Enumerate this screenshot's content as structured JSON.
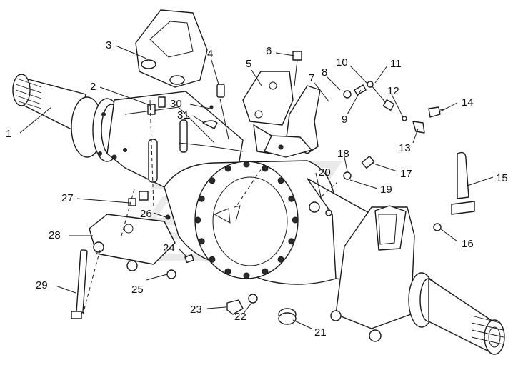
{
  "callouts": [
    {
      "id": "1",
      "label": "1"
    },
    {
      "id": "2",
      "label": "2"
    },
    {
      "id": "3",
      "label": "3"
    },
    {
      "id": "4",
      "label": "4"
    },
    {
      "id": "5",
      "label": "5"
    },
    {
      "id": "6",
      "label": "6"
    },
    {
      "id": "7",
      "label": "7"
    },
    {
      "id": "8",
      "label": "8"
    },
    {
      "id": "9",
      "label": "9"
    },
    {
      "id": "10",
      "label": "10"
    },
    {
      "id": "11",
      "label": "11"
    },
    {
      "id": "12",
      "label": "12"
    },
    {
      "id": "13",
      "label": "13"
    },
    {
      "id": "14",
      "label": "14"
    },
    {
      "id": "15",
      "label": "15"
    },
    {
      "id": "16",
      "label": "16"
    },
    {
      "id": "17",
      "label": "17"
    },
    {
      "id": "18",
      "label": "18"
    },
    {
      "id": "19",
      "label": "19"
    },
    {
      "id": "20",
      "label": "20"
    },
    {
      "id": "21",
      "label": "21"
    },
    {
      "id": "22",
      "label": "22"
    },
    {
      "id": "23",
      "label": "23"
    },
    {
      "id": "24",
      "label": "24"
    },
    {
      "id": "25",
      "label": "25"
    },
    {
      "id": "26",
      "label": "26"
    },
    {
      "id": "27",
      "label": "27"
    },
    {
      "id": "28",
      "label": "28"
    },
    {
      "id": "29",
      "label": "29"
    },
    {
      "id": "30",
      "label": "30"
    },
    {
      "id": "31",
      "label": "31"
    }
  ],
  "colors": {
    "line": "#1a1a1a",
    "background": "#ffffff",
    "watermark": "#d9d9d9"
  }
}
